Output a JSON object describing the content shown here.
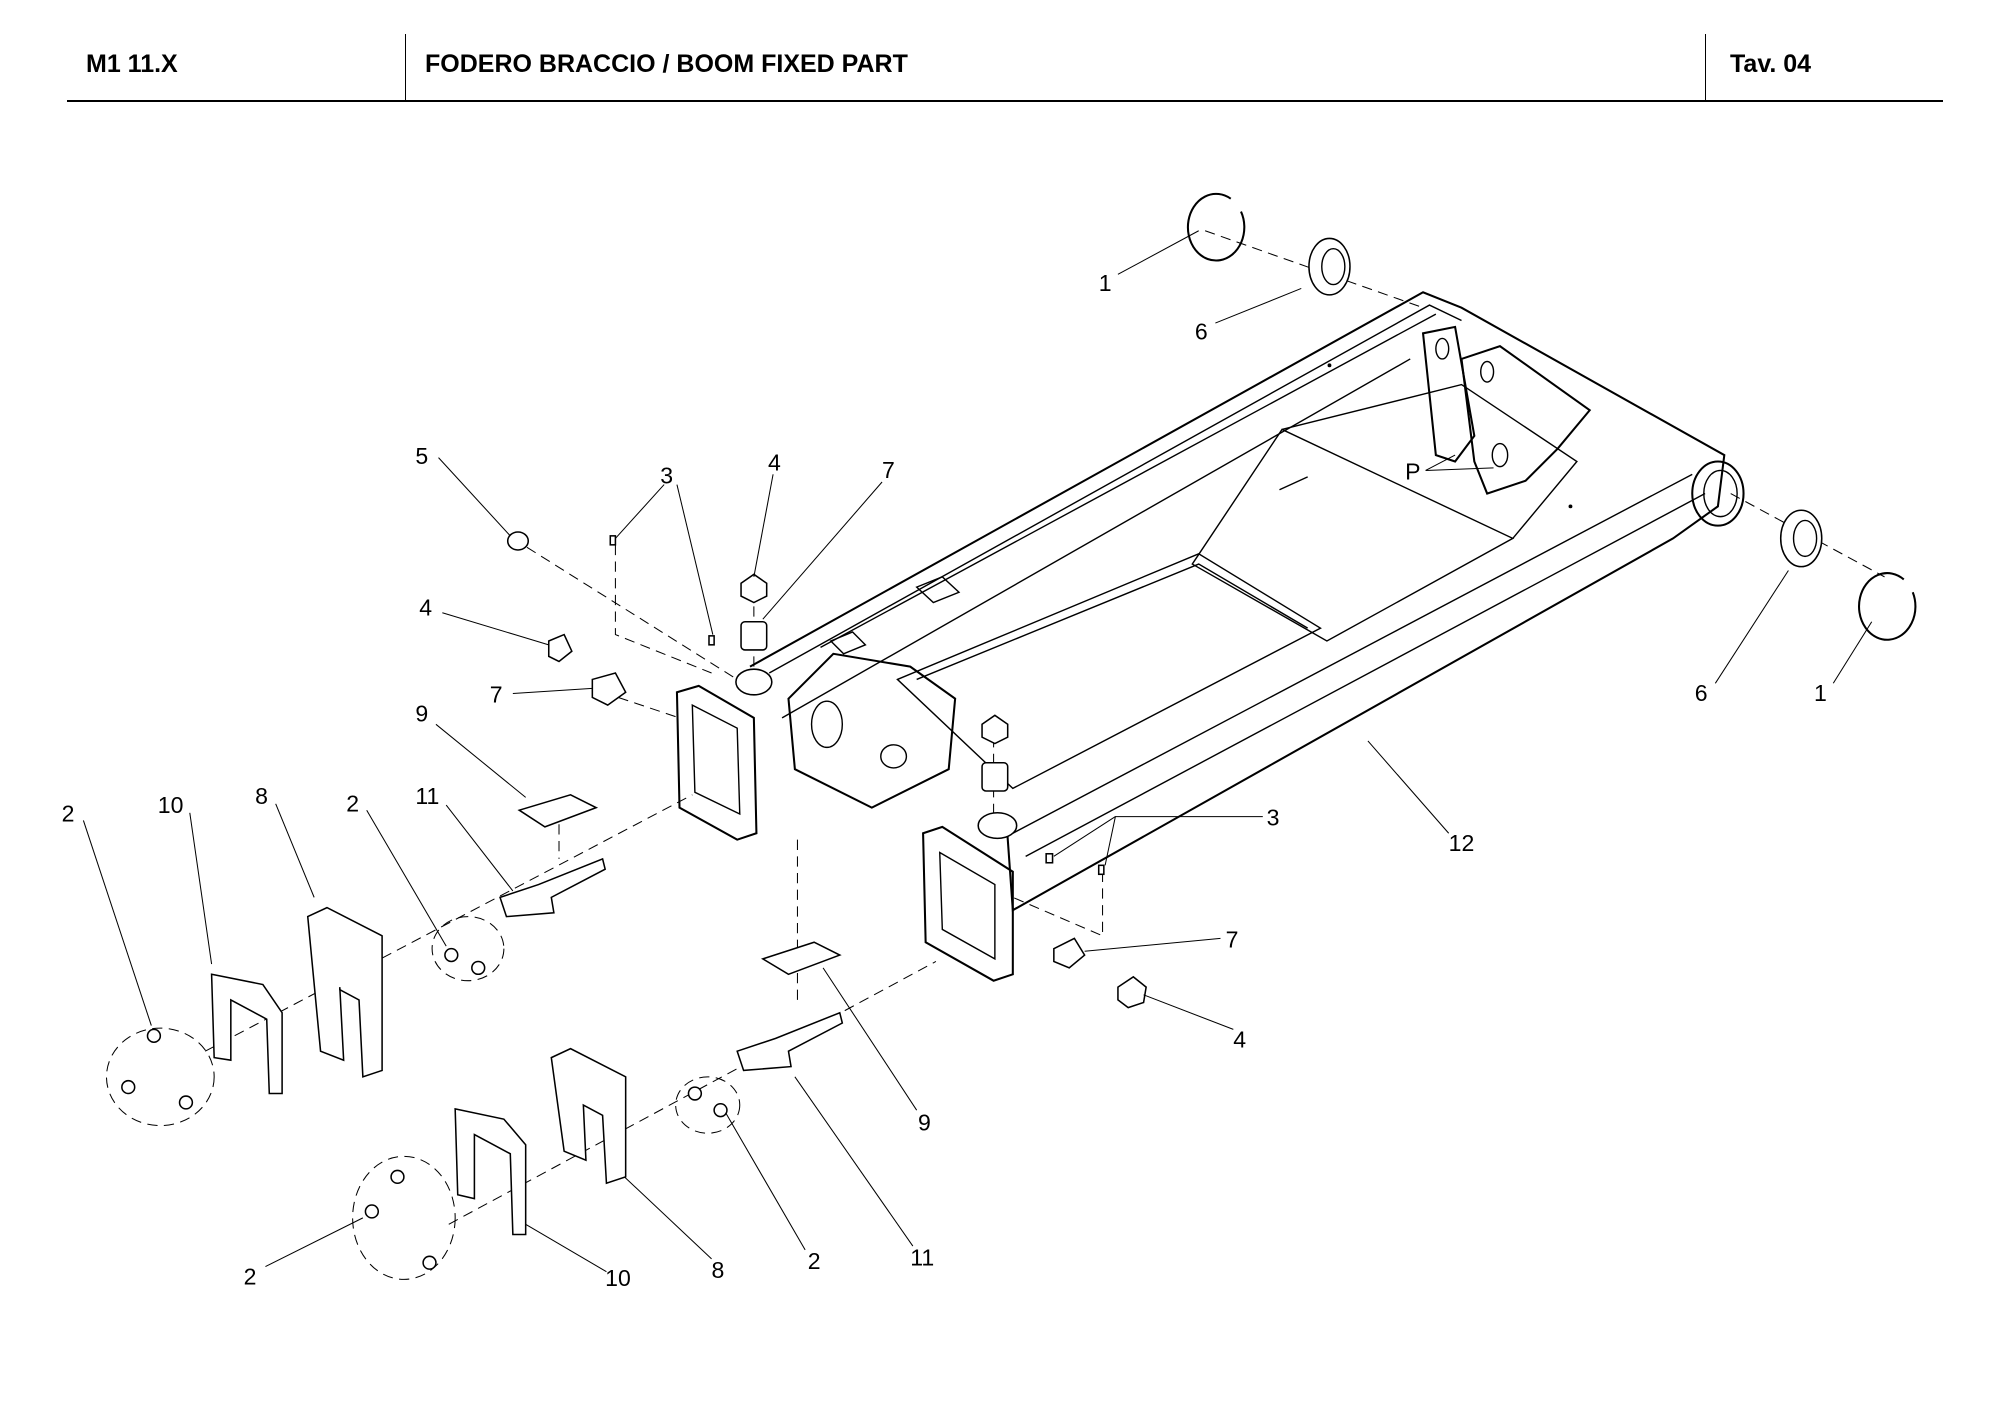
{
  "header": {
    "model": "M1 11.X",
    "title": "FODERO BRACCIO / BOOM FIXED PART",
    "table": "Tav.  04"
  },
  "callouts": {
    "c1a": "1",
    "c6a": "6",
    "c1b": "1",
    "c6b": "6",
    "c5": "5",
    "c3a": "3",
    "c4a": "4",
    "c7a": "7",
    "c4b": "4",
    "c7b": "7",
    "c9a": "9",
    "c11a": "11",
    "c2a": "2",
    "c10a": "10",
    "c8a": "8",
    "c2b": "2",
    "c3b": "3",
    "c12": "12",
    "c7c": "7",
    "c4c": "4",
    "c9b": "9",
    "c2c": "2",
    "c11b": "11",
    "c8b": "8",
    "c10b": "10",
    "c2d": "2",
    "cP": "P"
  }
}
